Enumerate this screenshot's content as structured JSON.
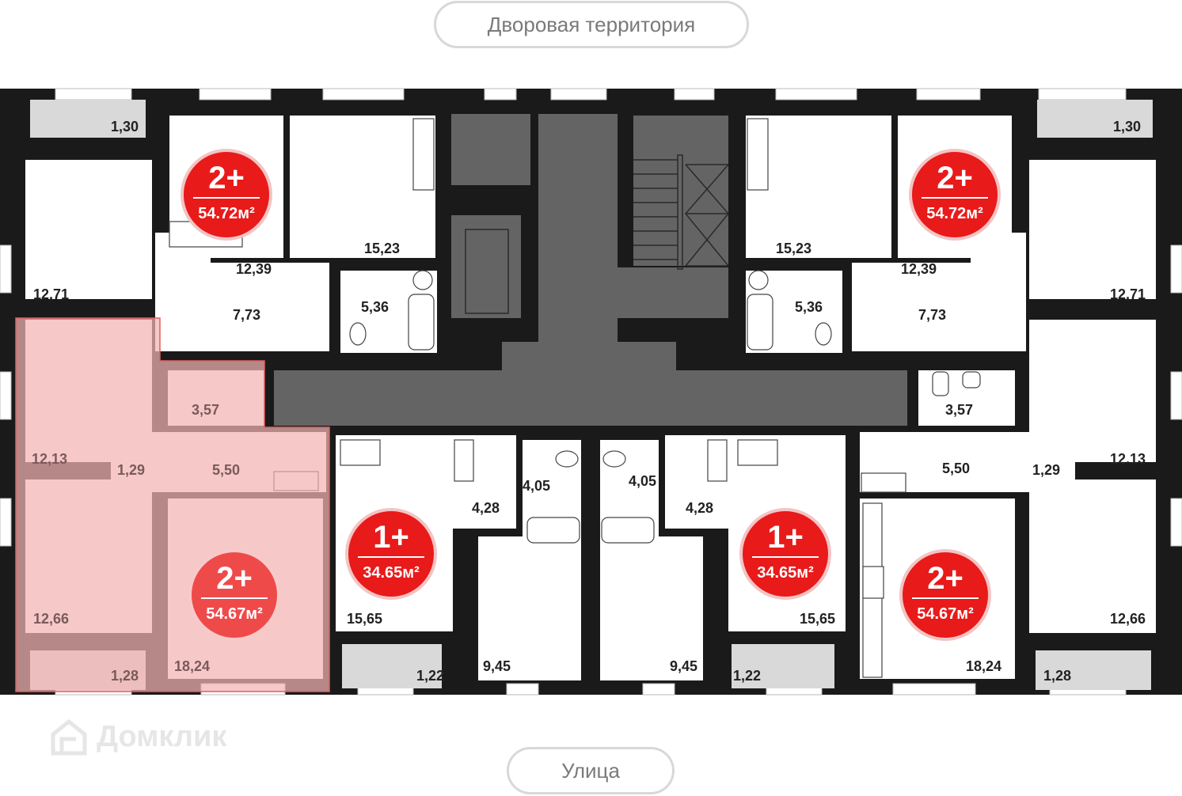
{
  "labels": {
    "courtyard": "Дворовая территория",
    "street": "Улица",
    "watermark": "Домклик"
  },
  "apartments": [
    {
      "type": "2+",
      "area": "54.72м²",
      "selected": false
    },
    {
      "type": "2+",
      "area": "54.72м²",
      "selected": false
    },
    {
      "type": "2+",
      "area": "54.67м²",
      "selected": true
    },
    {
      "type": "1+",
      "area": "34.65м²",
      "selected": false
    },
    {
      "type": "1+",
      "area": "34.65м²",
      "selected": false
    },
    {
      "type": "2+",
      "area": "54.67м²",
      "selected": false
    }
  ],
  "rooms": [
    "1,30",
    "12,71",
    "12,39",
    "15,23",
    "7,73",
    "5,36",
    "1,30",
    "12,71",
    "12,39",
    "15,23",
    "7,73",
    "5,36",
    "12,13",
    "3,57",
    "1,29",
    "5,50",
    "12,66",
    "18,24",
    "1,28",
    "15,65",
    "4,28",
    "4,05",
    "9,45",
    "1,22",
    "4,05",
    "4,28",
    "9,45",
    "15,65",
    "1,22",
    "3,57",
    "5,50",
    "1,29",
    "12,13",
    "18,24",
    "12,66",
    "1,28"
  ],
  "colors": {
    "wall": "#1a1a1a",
    "core": "#646464",
    "badge": "#e81a1a",
    "selection": "#f9c9c9",
    "balcony": "#d9d9d9"
  }
}
